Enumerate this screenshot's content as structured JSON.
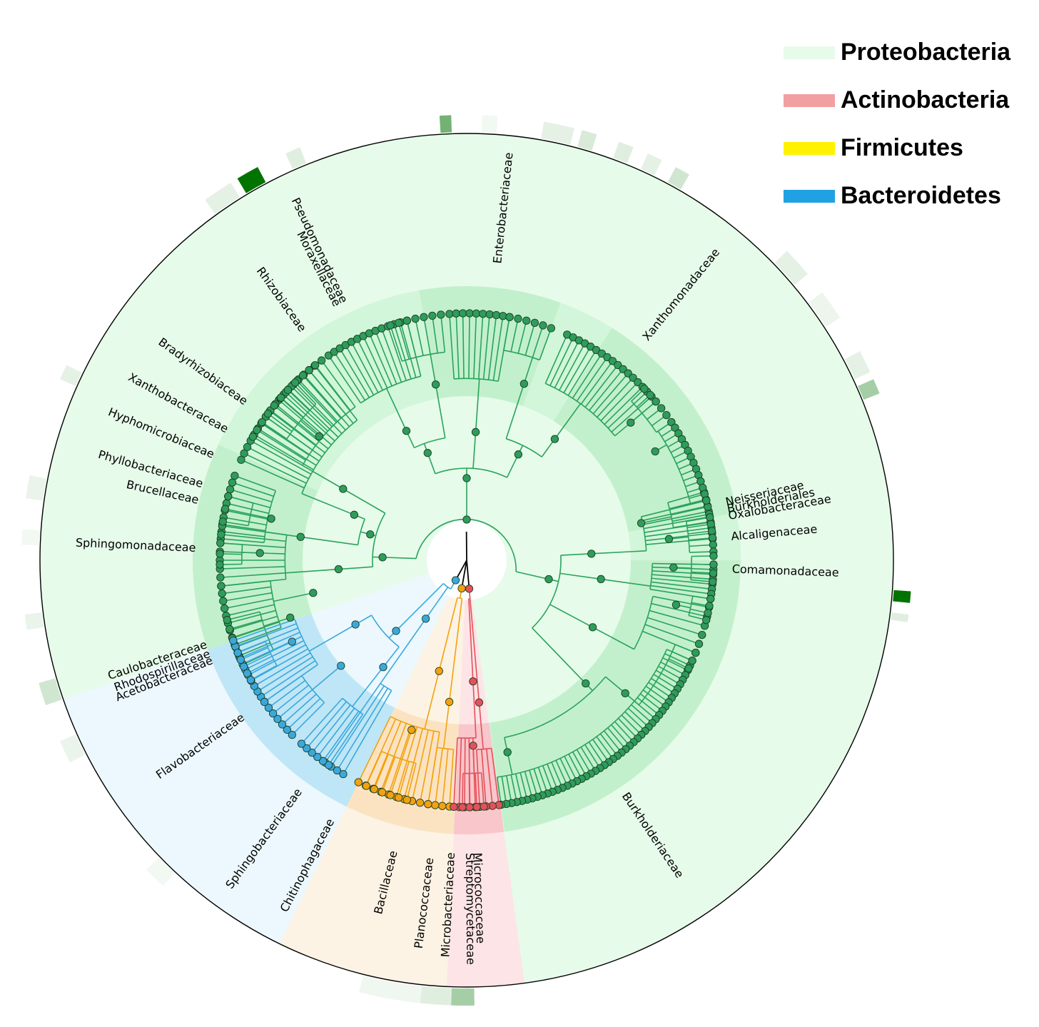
{
  "legend": [
    {
      "label": "Proteobacteria",
      "color": "#e6fbe9"
    },
    {
      "label": "Actinobacteria",
      "color": "#f29fa2"
    },
    {
      "label": "Firmicutes",
      "color": "#fff200"
    },
    {
      "label": "Bacteroidetes",
      "color": "#1fa1e3"
    }
  ],
  "colors": {
    "proteobacteria_branch": "#2aa35c",
    "proteobacteria_node": "#2e9c5a",
    "bacteroidetes": "#3ba8dc",
    "firmicutes": "#f2a20f",
    "actinobacteria": "#e4515a",
    "root": "#000000",
    "outer_circle": "#000000"
  },
  "families": [
    "Enterobacteriaceae",
    "Moraxellaceae",
    "Pseudomonadaceae",
    "Rhizobiaceae",
    "Bradyrhizobiaceae",
    "Xanthobacteraceae",
    "Hyphomicrobiaceae",
    "Phyllobacteriaceae",
    "Brucellaceae",
    "Sphingomonadaceae",
    "Caulobacteraceae",
    "Rhodospirillaceae",
    "Acetobacteraceae",
    "Flavobacteriaceae",
    "Sphingobacteriaceae",
    "Chitinophagaceae",
    "Bacillaceae",
    "Planococcaceae",
    "Microbacteriaceae",
    "Streptomycetaceae",
    "Micrococcaceae",
    "Burkholderiaceae",
    "Comamonadaceae",
    "Alcaligenaceae",
    "Oxalobacteraceae",
    "Burkholderiales",
    "Neisseriaceae",
    "Xanthomonadaceae"
  ]
}
